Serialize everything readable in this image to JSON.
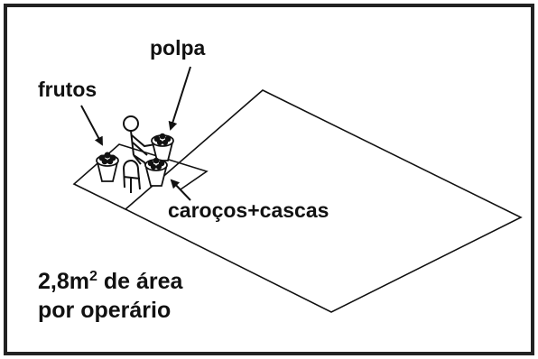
{
  "labels": {
    "polpa": "polpa",
    "frutos": "frutos",
    "carocos_cascas": "caroços+cascas",
    "area_prefix": "2,8m",
    "area_exponent": "2",
    "area_suffix": " de área",
    "area_line2": "por operário"
  },
  "colors": {
    "ink": "#111111",
    "frame": "#222222",
    "background": "#ffffff"
  },
  "icons": [
    "worker-figure",
    "fruit-basket",
    "pulp-basket",
    "seed-peel-basket",
    "chair"
  ]
}
